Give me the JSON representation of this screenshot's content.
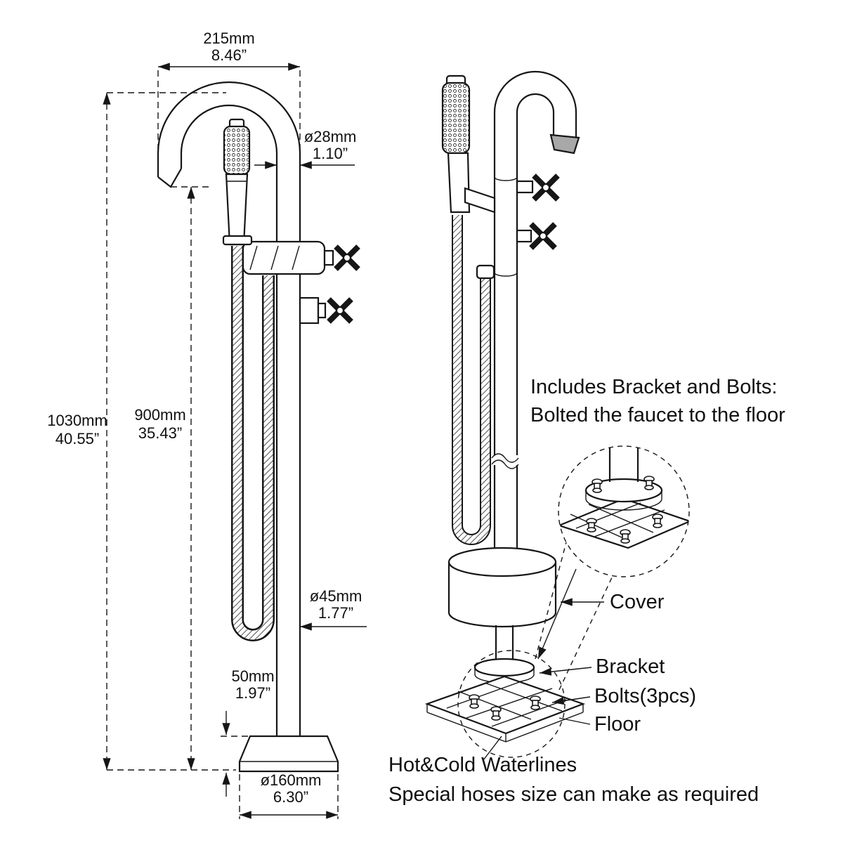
{
  "title": "Freestanding tub faucet dimension diagram",
  "colors": {
    "line": "#161616",
    "background": "#ffffff",
    "spout_shade": "#a8a8a8"
  },
  "dims": {
    "w215": {
      "mm": "215mm",
      "in": "8.46”"
    },
    "d28": {
      "mm": "ø28mm",
      "in": "1.10”"
    },
    "h1030": {
      "mm": "1030mm",
      "in": "40.55”"
    },
    "h900": {
      "mm": "900mm",
      "in": "35.43”"
    },
    "d45": {
      "mm": "ø45mm",
      "in": "1.77”"
    },
    "h50": {
      "mm": "50mm",
      "in": "1.97”"
    },
    "d160": {
      "mm": "ø160mm",
      "in": "6.30”"
    }
  },
  "notes": {
    "bracket_line1": "Includes Bracket and Bolts:",
    "bracket_line2": "Bolted the faucet to the floor",
    "cover": "Cover",
    "bracket": "Bracket",
    "bolts": "Bolts(3pcs)",
    "floor": "Floor",
    "water_line1": "Hot&Cold Waterlines",
    "water_line2": "Special hoses size can make as required"
  }
}
